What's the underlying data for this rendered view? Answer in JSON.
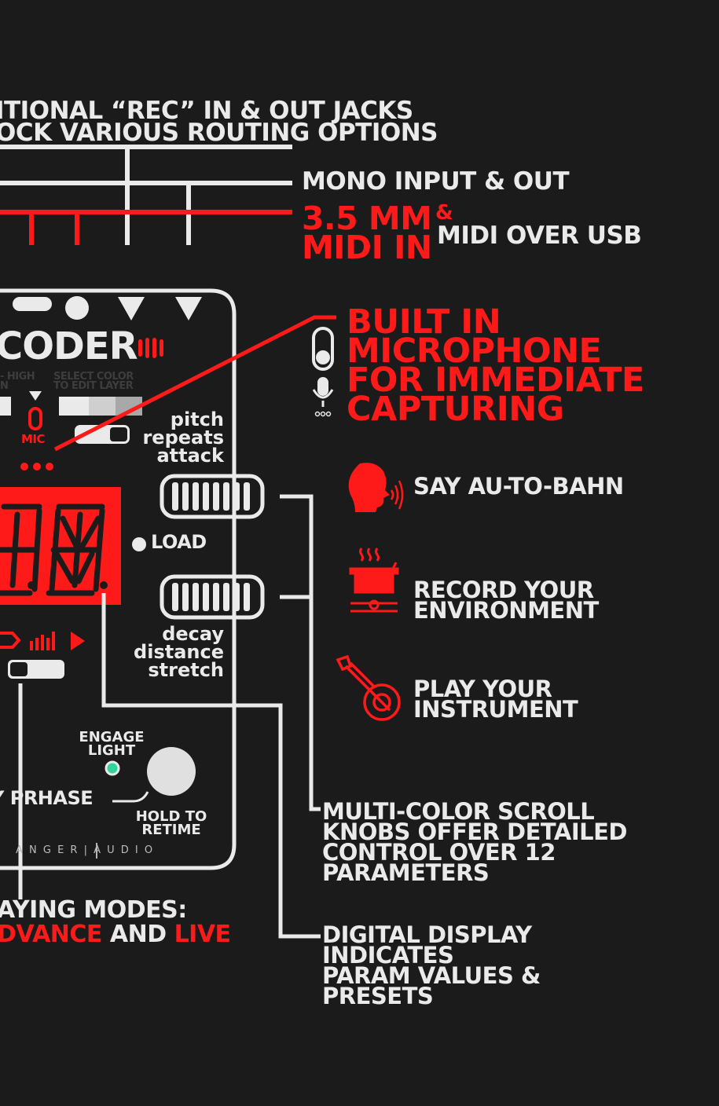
{
  "colors": {
    "background": "#1b1b1b",
    "red": "#ff1a1a",
    "white": "#eaeaea",
    "engage_light": "#2fd69a"
  },
  "top_caption": [
    "ITIONAL “REC” IN & OUT JACKS",
    "OCK VARIOUS ROUTING OPTIONS"
  ],
  "mono_io": "MONO INPUT & OUT",
  "midi": {
    "line1": "3.5 MM",
    "amp": "&",
    "line2": "MIDI IN",
    "usb": "MIDI OVER USB"
  },
  "mic_feature": [
    "BUILT IN",
    "MICROPHONE",
    "FOR IMMEDIATE",
    "CAPTURING"
  ],
  "device": {
    "name": "CODER",
    "faint_left": [
      "- HIGH",
      "N"
    ],
    "faint_right": [
      "SELECT COLOR",
      "TO EDIT LAYER"
    ],
    "mic_label": "MIC",
    "knob1_params": [
      "pitch",
      "repeats",
      "attack"
    ],
    "knob2_params": [
      "decay",
      "distance",
      "stretch"
    ],
    "load_label": "LOAD",
    "engage": [
      "ENGAGE",
      "LIGHT"
    ],
    "hold": [
      "HOLD TO",
      "RETIME"
    ],
    "phrase_label": "Y PRHASE",
    "brand": "A N G E R  |  A U D I O"
  },
  "uses": [
    {
      "icon": "speaking-head-icon",
      "text": [
        "SAY AU-TO-BAHN"
      ]
    },
    {
      "icon": "cooking-pot-icon",
      "text": [
        "RECORD YOUR",
        "ENVIRONMENT"
      ]
    },
    {
      "icon": "banjo-icon",
      "text": [
        "PLAY YOUR",
        "INSTRUMENT"
      ]
    }
  ],
  "knobs_caption": [
    "MULTI-COLOR SCROLL",
    "KNOBS OFFER DETAILED",
    "CONTROL OVER 12",
    "PARAMETERS"
  ],
  "display_caption": [
    "DIGITAL DISPLAY",
    "INDICATES",
    "PARAM VALUES &",
    "PRESETS"
  ],
  "modes": {
    "line1": "AYING MODES:",
    "advance": "DVANCE",
    "and": "AND",
    "live": "LIVE"
  }
}
